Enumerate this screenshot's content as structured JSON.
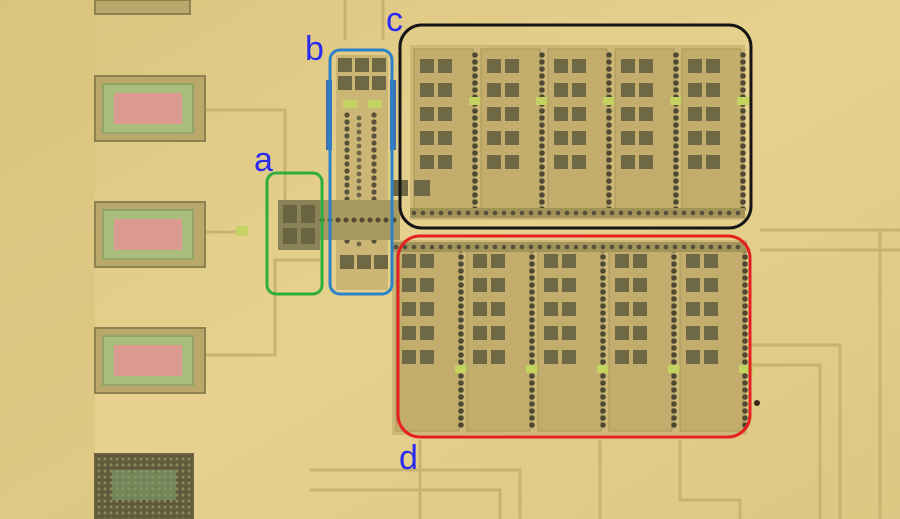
{
  "labels": {
    "a": "a",
    "b": "b",
    "c": "c",
    "d": "d"
  },
  "colors": {
    "substrate": "#e4cf8c",
    "metal": "#d6c077",
    "pad_fill": "#bfae6c",
    "pad_dark": "#6c6541",
    "pad_pink": "#d99b8c",
    "green_ring": "#9fb07a",
    "via_green": "#c3d35f",
    "box_a": "#2fae3f",
    "box_b": "#2b82c8",
    "box_c": "#151515",
    "box_d": "#e52021",
    "label_blue": "#2b2bf0"
  }
}
